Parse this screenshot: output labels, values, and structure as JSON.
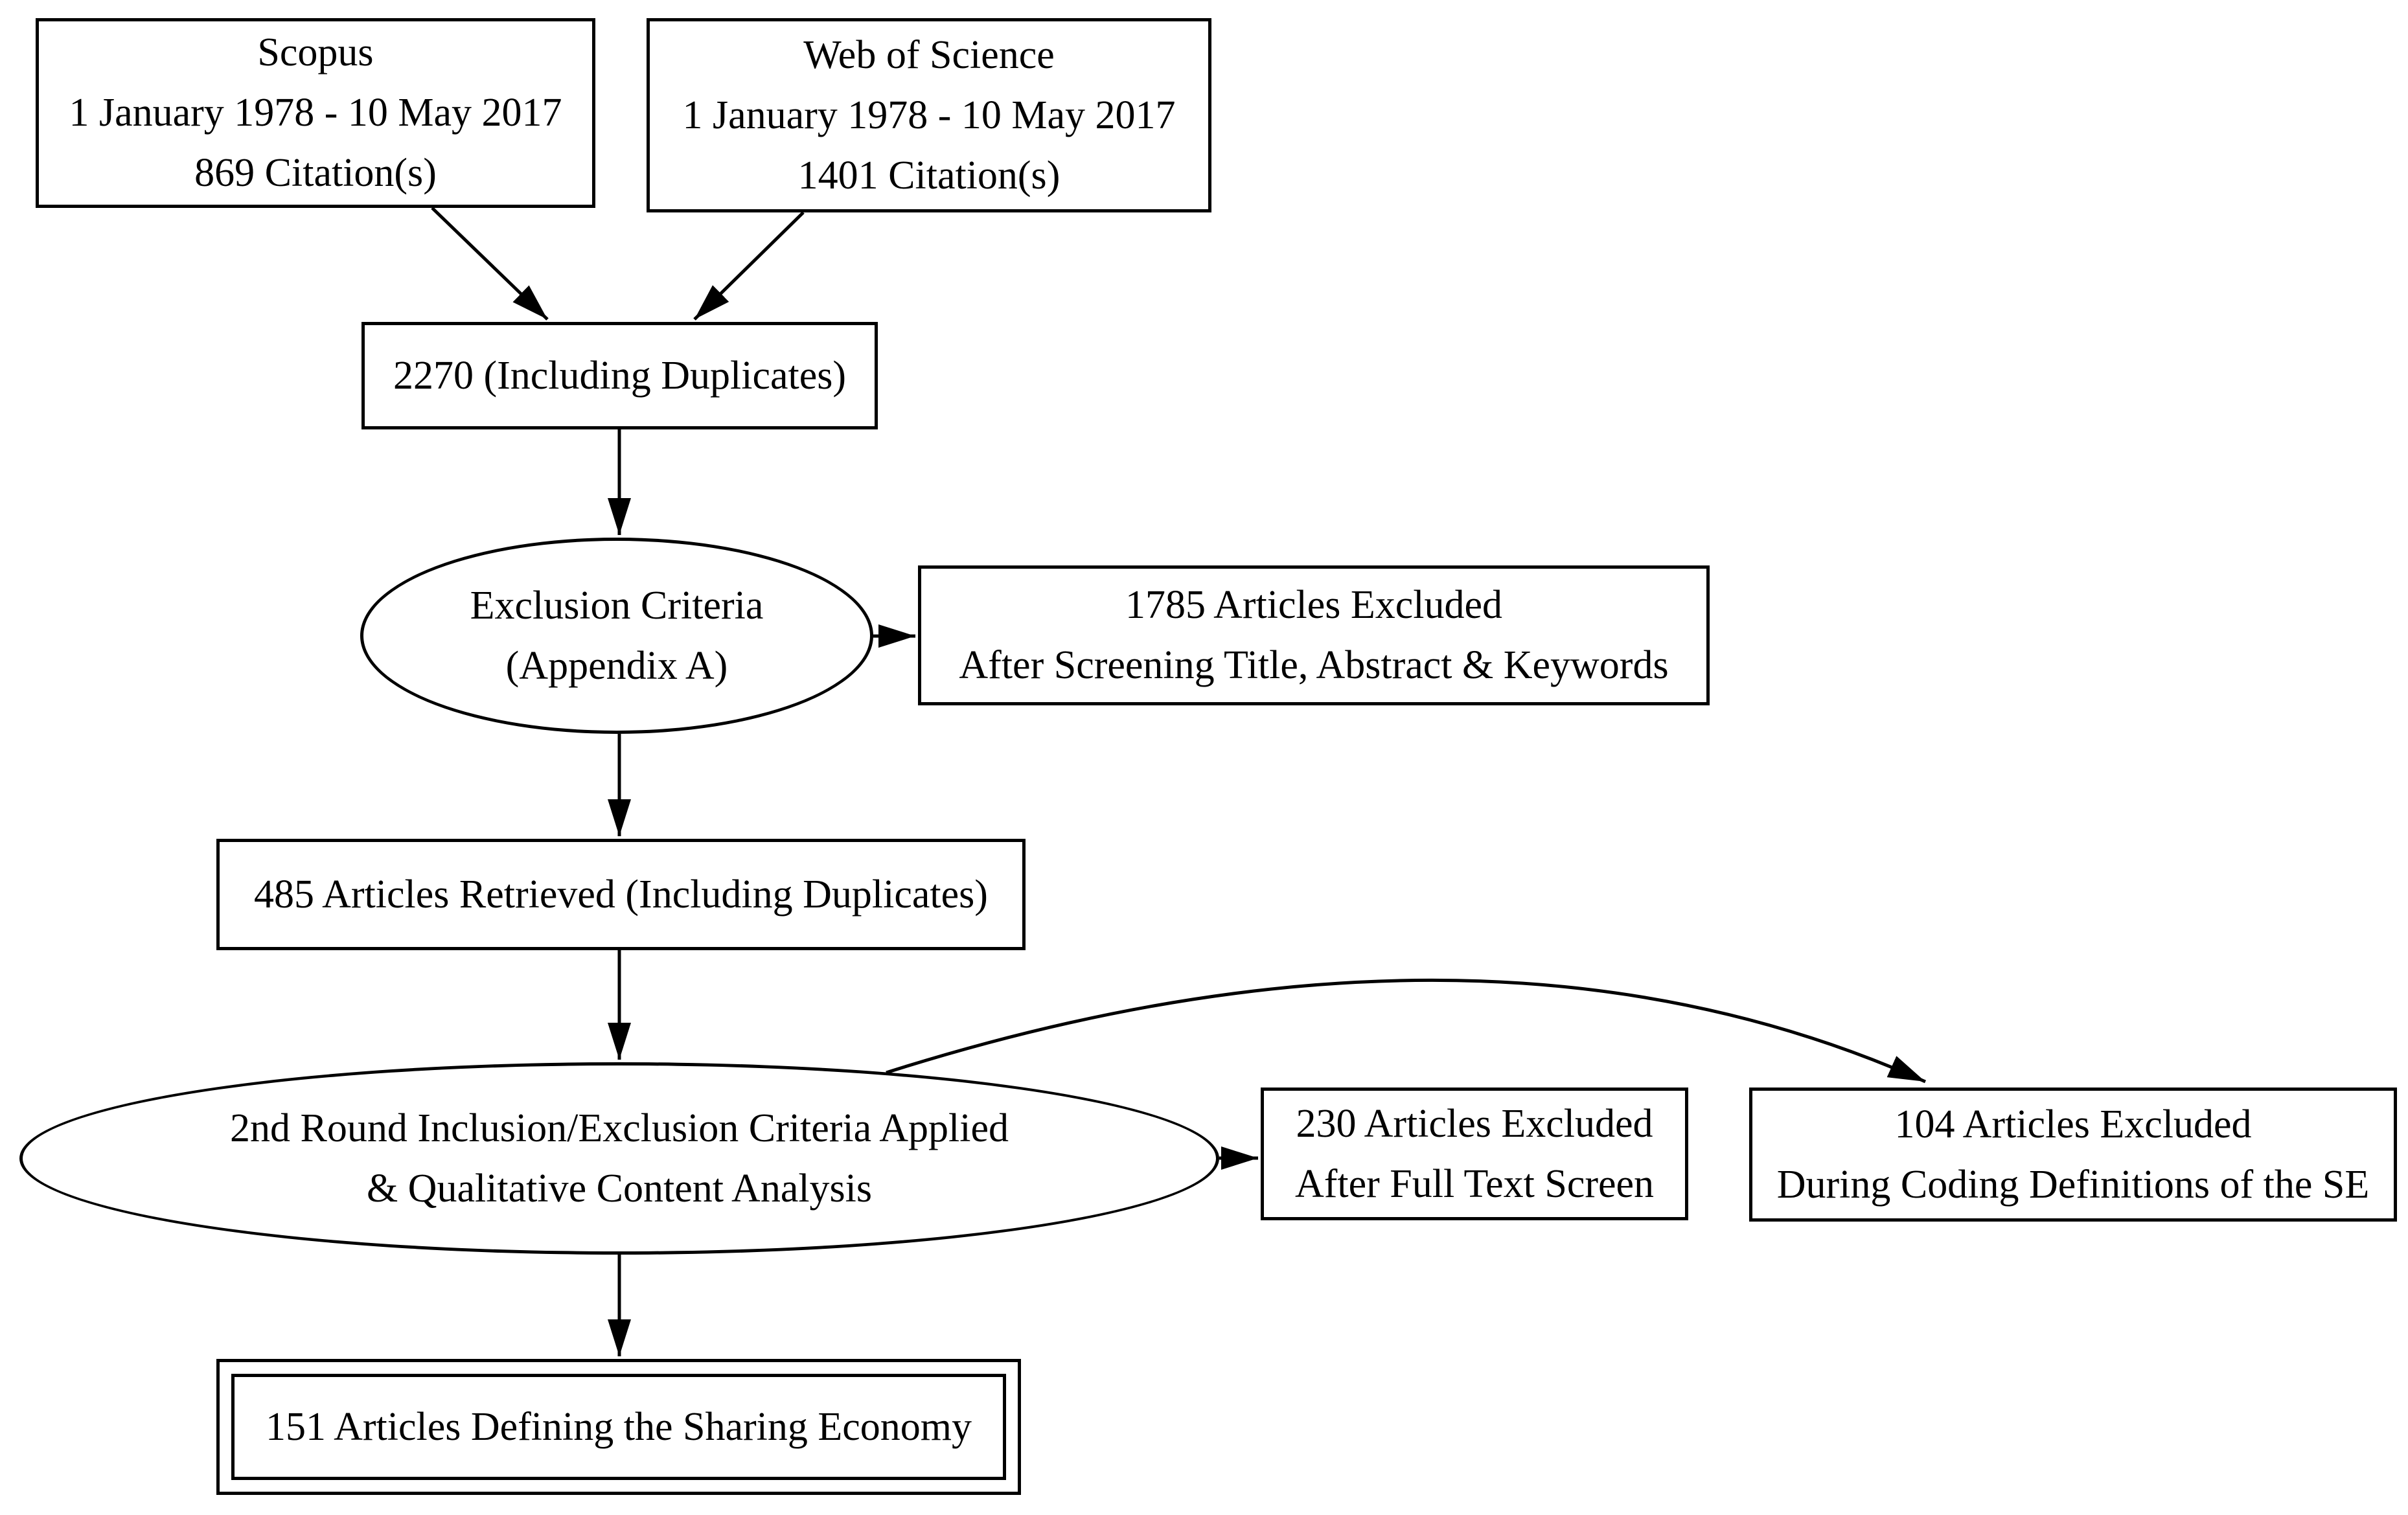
{
  "diagram": {
    "type": "flowchart",
    "colors": {
      "background": "#ffffff",
      "line": "#000000",
      "text": "#000000"
    },
    "nodes": {
      "scopus": {
        "shape": "rect",
        "lines": [
          "Scopus",
          "1 January 1978 - 10 May 2017",
          "869 Citation(s)"
        ]
      },
      "web_of_science": {
        "shape": "rect",
        "lines": [
          "Web of Science",
          "1 January 1978 - 10 May 2017",
          "1401 Citation(s)"
        ]
      },
      "duplicates_pool": {
        "shape": "rect",
        "lines": [
          "2270 (Including Duplicates)"
        ]
      },
      "exclusion_criteria": {
        "shape": "ellipse",
        "lines": [
          "Exclusion Criteria",
          "(Appendix A)"
        ]
      },
      "excluded_screening": {
        "shape": "rect",
        "lines": [
          "1785 Articles Excluded",
          "After Screening Title, Abstract & Keywords"
        ]
      },
      "articles_retrieved": {
        "shape": "rect",
        "lines": [
          "485 Articles Retrieved (Including Duplicates)"
        ]
      },
      "second_round": {
        "shape": "ellipse",
        "lines": [
          "2nd Round Inclusion/Exclusion Criteria Applied",
          "& Qualitative Content Analysis"
        ]
      },
      "excluded_fulltext": {
        "shape": "rect",
        "lines": [
          "230 Articles Excluded",
          "After Full Text Screen"
        ]
      },
      "excluded_coding": {
        "shape": "rect",
        "lines": [
          "104 Articles Excluded",
          "During Coding Definitions of the SE"
        ]
      },
      "final_set": {
        "shape": "double-rect",
        "lines": [
          "151 Articles Defining the Sharing Economy"
        ]
      }
    },
    "edges": [
      {
        "from": "scopus",
        "to": "duplicates_pool"
      },
      {
        "from": "web_of_science",
        "to": "duplicates_pool"
      },
      {
        "from": "duplicates_pool",
        "to": "exclusion_criteria"
      },
      {
        "from": "exclusion_criteria",
        "to": "excluded_screening"
      },
      {
        "from": "exclusion_criteria",
        "to": "articles_retrieved"
      },
      {
        "from": "articles_retrieved",
        "to": "second_round"
      },
      {
        "from": "second_round",
        "to": "excluded_fulltext"
      },
      {
        "from": "second_round",
        "to": "excluded_coding",
        "style": "curved"
      },
      {
        "from": "second_round",
        "to": "final_set"
      }
    ]
  }
}
